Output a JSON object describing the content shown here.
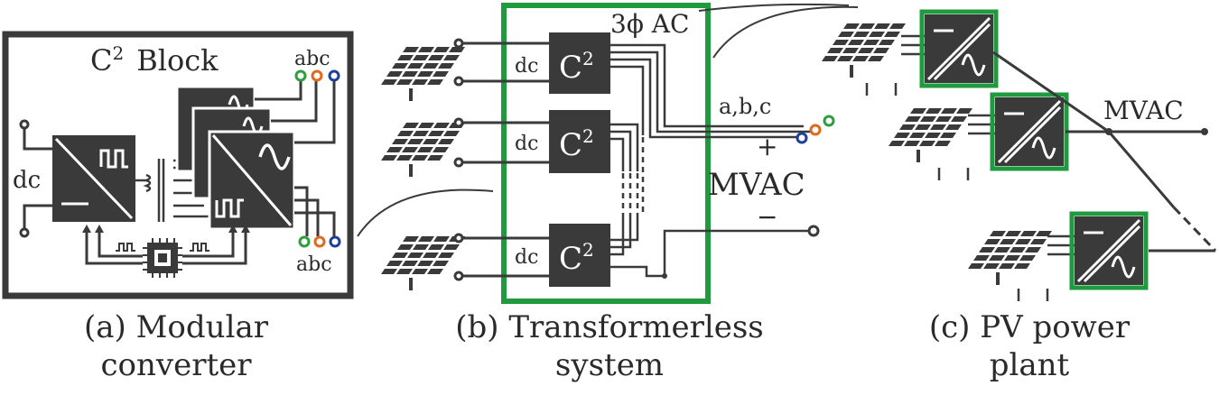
{
  "colors": {
    "dark": "#3a3a3a",
    "green": "#1f9a3f",
    "terminal_a": "#2e9e3c",
    "terminal_b": "#e06a1b",
    "terminal_c": "#1d3f9a"
  },
  "panel_a": {
    "title_base": "C",
    "title_sup": "2",
    "title_rest": "Block",
    "abc_top": "abc",
    "abc_bottom": "abc",
    "dc_label": "dc",
    "caption_line1": "(a) Modular",
    "caption_line2": "converter"
  },
  "panel_b": {
    "ac_label": "3ϕ AC",
    "abc_label": "a,b,c",
    "plus": "+",
    "mvac": "MVAC",
    "minus": "−",
    "dc_labels": [
      "dc",
      "dc",
      "dc"
    ],
    "block_base": "C",
    "block_sup": "2",
    "caption_line1": "(b) Transformerless",
    "caption_line2": "system"
  },
  "panel_c": {
    "mvac": "MVAC",
    "caption_line1": "(c) PV power",
    "caption_line2": "plant"
  },
  "icons": [
    "solar-panel-icon",
    "inverter-icon",
    "transformer-icon",
    "microchip-icon",
    "terminal-icon"
  ]
}
